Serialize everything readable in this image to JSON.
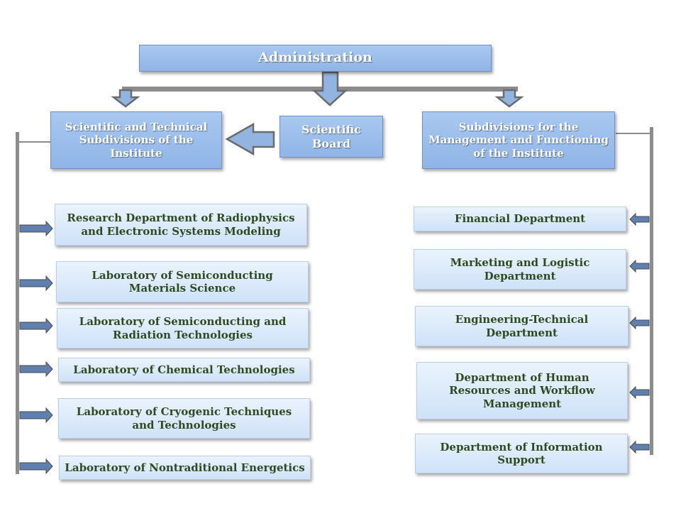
{
  "colors": {
    "header_fill": "#97bbea",
    "header_text": "#ffffff",
    "department_fill": "#dbe9fa",
    "department_text": "#2f4a20",
    "connector": "#8c8c8c",
    "arrow_fill": "#5f7fae",
    "connector_arrow_fill": "#92b4e0"
  },
  "nodes": {
    "administration": "Administration",
    "scientific_technical": "Scientific and Technical\nSubdivisions of the\nInstitute",
    "scientific_board": "Scientific\nBoard",
    "management": "Subdivisions for the\nManagement and Functioning\nof the Institute"
  },
  "left_departments": [
    "Research Department of Radiophysics\nand Electronic Systems Modeling",
    "Laboratory of Semiconducting\nMaterials Science",
    "Laboratory of Semiconducting and\nRadiation Technologies",
    "Laboratory of Chemical Technologies",
    "Laboratory of Cryogenic Techniques\nand Technologies",
    "Laboratory of Nontraditional Energetics"
  ],
  "right_departments": [
    "Financial Department",
    "Marketing and Logistic\nDepartment",
    "Engineering-Technical\nDepartment",
    "Department of Human\nResources and Workflow\nManagement",
    "Department of Information\nSupport"
  ]
}
